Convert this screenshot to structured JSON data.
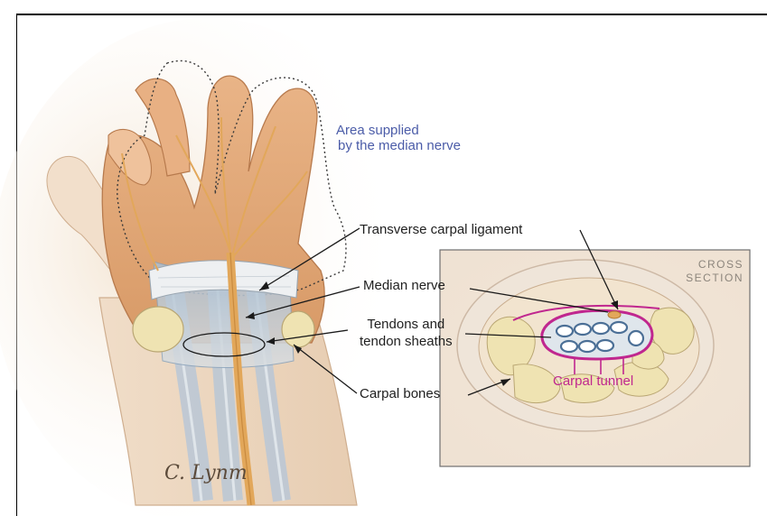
{
  "labels": {
    "area_supplied_line1": "Area supplied",
    "area_supplied_line2": "by the median nerve",
    "transverse_carpal_ligament": "Transverse carpal ligament",
    "median_nerve": "Median nerve",
    "tendons_line1": "Tendons and",
    "tendons_line2": "tendon sheaths",
    "carpal_bones": "Carpal bones",
    "carpal_tunnel": "Carpal tunnel"
  },
  "cross_section": {
    "title_line1": "CROSS",
    "title_line2": "SECTION"
  },
  "signature": "C. Lynm",
  "colors": {
    "skin": "#e6ad7c",
    "skin_light": "#f1d2b3",
    "background_wash": "#efe1cf",
    "tendon_blue": "#9db3c9",
    "nerve": "#e2a75a",
    "bone": "#efe3b2",
    "tunnel_outline": "#c0278f",
    "label_blue": "#4b5ca8",
    "leader_line": "#1a1a1a"
  }
}
